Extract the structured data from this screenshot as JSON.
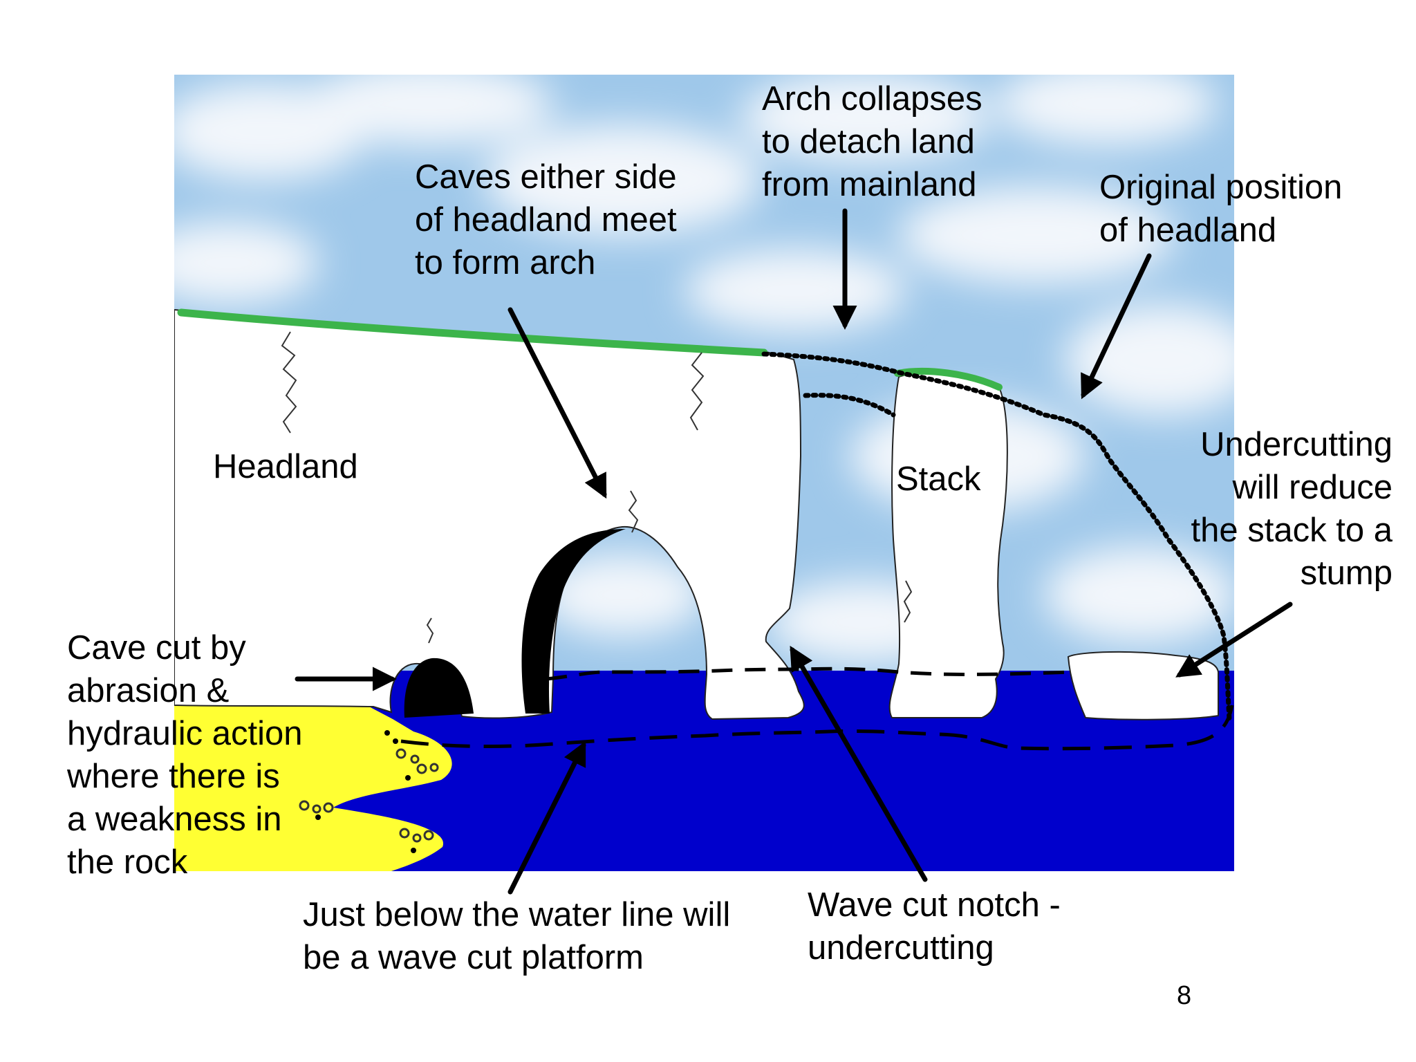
{
  "labels": {
    "caves_meet": "Caves either side\nof headland meet\nto form arch",
    "arch_collapses": "Arch collapses\nto detach land\nfrom mainland",
    "original_position": "Original position\nof headland",
    "headland": "Headland",
    "stack": "Stack",
    "undercutting": "Undercutting\nwill reduce\nthe stack to a\nstump",
    "cave_cut": "Cave cut by\nabrasion &\nhydraulic action\nwhere there is\na weakness in\nthe rock",
    "wave_cut_platform": "Just below the water line will\nbe a wave cut platform",
    "wave_cut_notch": "Wave cut notch -\nundercutting"
  },
  "page_number": "8",
  "colors": {
    "sky": "#9fc8ea",
    "cloud": "#f2f6fb",
    "sea": "#0000cc",
    "sand": "#ffff33",
    "grass": "#3cb44b",
    "rock": "#ffffff",
    "arrow": "#000000"
  }
}
